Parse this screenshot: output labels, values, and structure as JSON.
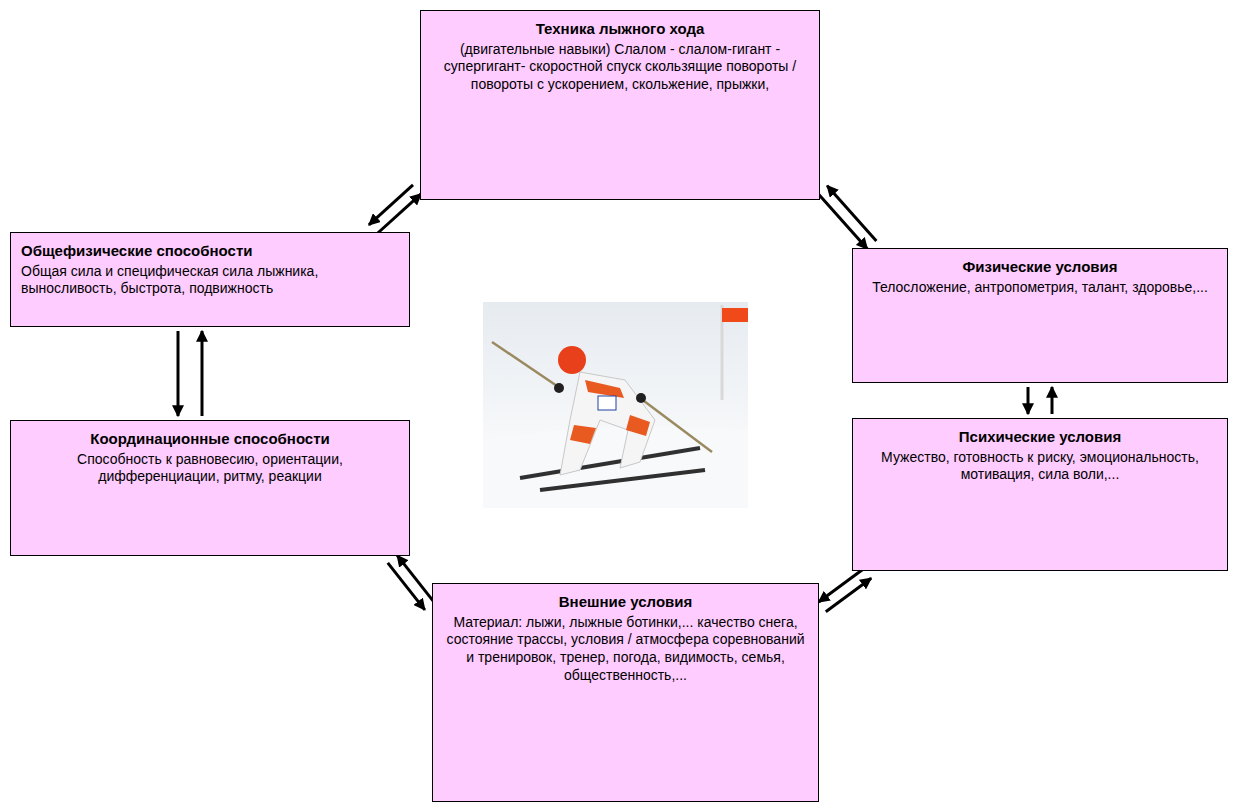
{
  "diagram": {
    "nodes": [
      {
        "text": [
          "Техника лыжного хода",
          "(двигательные навыки) Слалом - слалом-гигант - супергигант- скоростной спуск скользящие повороты / повороты с ускорением, скольжение, прыжки,"
        ]
      },
      {
        "text": [
          "Общефизические способности",
          "Общая сила и специфическая сила лыжника, выносливость, быстрота, подвижность"
        ]
      },
      {
        "text": [
          "Физические условия",
          "Телосложение, антропометрия, талант, здоровье,..."
        ]
      },
      {
        "text": [
          "Координационные способности",
          "Способность к равновесию, ориентации, дифференциации, ритму, реакции"
        ]
      },
      {
        "text": [
          "Психические условия",
          "Мужество, готовность к риску, эмоциональность, мотивация, сила воли,..."
        ]
      },
      {
        "text": [
          "Внешние условия",
          "Материал: лыжи, лыжные ботинки,... качество снега, состояние трассы, условия / атмосфера соревнований и тренировок, тренер, погода, видимость, семья, общественность,..."
        ]
      }
    ],
    "edges": [
      {
        "from": 0,
        "to": 1,
        "arrow": "both"
      },
      {
        "from": 0,
        "to": 2,
        "arrow": "both"
      },
      {
        "from": 1,
        "to": 3,
        "arrow": "both"
      },
      {
        "from": 2,
        "to": 4,
        "arrow": "both"
      },
      {
        "from": 3,
        "to": 5,
        "arrow": "both"
      },
      {
        "from": 4,
        "to": 5,
        "arrow": "both"
      }
    ]
  }
}
